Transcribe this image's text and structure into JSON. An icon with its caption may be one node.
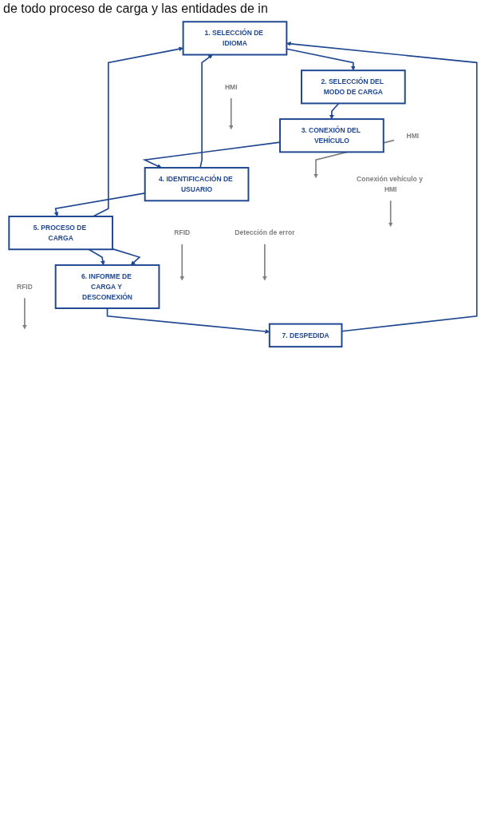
{
  "diagram": {
    "nodes": [
      {
        "text": [
          "1. SELECCIÓN DE IDIOMA"
        ]
      },
      {
        "text": [
          "2. SELECCIÓN DEL MODO DE CARGA"
        ]
      },
      {
        "text": [
          "3. CONEXIÓN DEL VEHÍCULO"
        ]
      },
      {
        "text": [
          "4. IDENTIFICACIÓN DE USUARIO"
        ]
      },
      {
        "text": [
          "5. PROCESO DE CARGA"
        ]
      },
      {
        "text": [
          "6. INFORME DE CARGA Y DESCONEXIÓN"
        ]
      },
      {
        "text": [
          "7. DESPEDIDA"
        ]
      },
      {
        "text": [
          "HMI"
        ]
      },
      {
        "text": [
          "HMI"
        ]
      },
      {
        "text": [
          "Conexión vehículo y HMI"
        ]
      },
      {
        "text": [
          "RFID"
        ]
      },
      {
        "text": [
          "RFID"
        ]
      },
      {
        "text": [
          "Detección de error"
        ]
      }
    ],
    "edges": [
      {
        "from": 0,
        "to": 1,
        "arrow": "to"
      },
      {
        "from": 1,
        "to": 2,
        "arrow": "to"
      },
      {
        "from": 2,
        "to": 3,
        "arrow": "to"
      },
      {
        "from": 3,
        "to": 4,
        "arrow": "to"
      },
      {
        "from": 4,
        "to": 5,
        "arrow": "to"
      },
      {
        "from": 5,
        "to": 6,
        "arrow": "to"
      },
      {
        "from": 3,
        "to": 0,
        "arrow": "to"
      },
      {
        "from": 4,
        "to": 0,
        "arrow": "to"
      },
      {
        "from": 4,
        "to": 5,
        "arrow": "to"
      },
      {
        "from": 6,
        "to": 0,
        "arrow": "to"
      },
      {
        "from": 7,
        "to": null,
        "arrow": "to",
        "color": "#808080"
      },
      {
        "from": 8,
        "to": null,
        "arrow": "to",
        "color": "#808080"
      },
      {
        "from": 9,
        "to": null,
        "arrow": "to",
        "color": "#808080"
      },
      {
        "from": 10,
        "to": null,
        "arrow": "to",
        "color": "#808080"
      },
      {
        "from": 11,
        "to": null,
        "arrow": "to",
        "color": "#808080"
      },
      {
        "from": 12,
        "to": null,
        "arrow": "to",
        "color": "#808080"
      }
    ],
    "labels": [
      "de todo proceso de carga y las entidades de in"
    ]
  }
}
